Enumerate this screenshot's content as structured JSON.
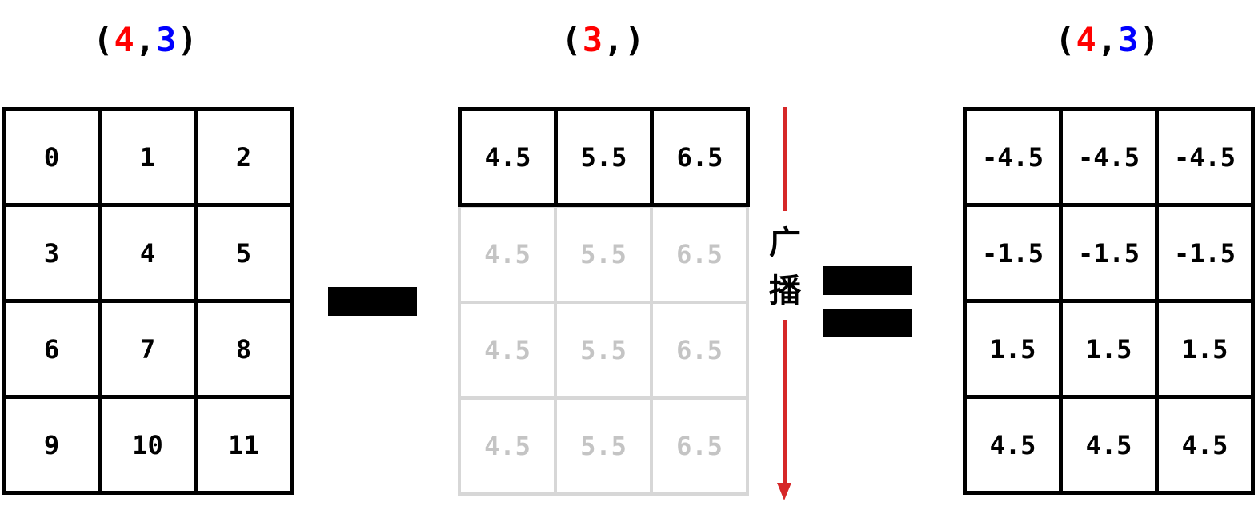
{
  "left": {
    "shape_open": "(",
    "dim0": "4",
    "comma": ",",
    "dim1": "3",
    "shape_close": ")",
    "cells": [
      "0",
      "1",
      "2",
      "3",
      "4",
      "5",
      "6",
      "7",
      "8",
      "9",
      "10",
      "11"
    ]
  },
  "middle": {
    "shape_open": "(",
    "dim0": "3",
    "comma": ",",
    "shape_close": ")",
    "cells": [
      "4.5",
      "5.5",
      "6.5"
    ],
    "ghost_cells": [
      "4.5",
      "5.5",
      "6.5",
      "4.5",
      "5.5",
      "6.5",
      "4.5",
      "5.5",
      "6.5"
    ]
  },
  "broadcast_label": [
    "广",
    "播"
  ],
  "right": {
    "shape_open": "(",
    "dim0": "4",
    "comma": ",",
    "dim1": "3",
    "shape_close": ")",
    "cells": [
      "-4.5",
      "-4.5",
      "-4.5",
      "-1.5",
      "-1.5",
      "-1.5",
      "1.5",
      "1.5",
      "1.5",
      "4.5",
      "4.5",
      "4.5"
    ]
  },
  "colors": {
    "dim0": "#ff0000",
    "dim1": "#0000ff",
    "arrow": "#d62728",
    "ghost": "#c4c4c4"
  }
}
